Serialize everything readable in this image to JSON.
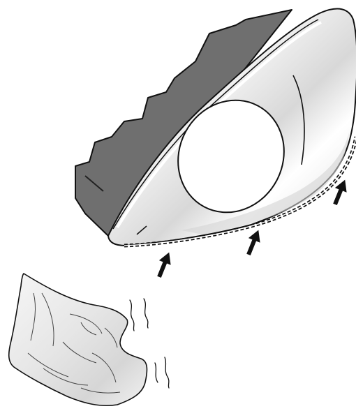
{
  "figure": {
    "background": "#ffffff",
    "housing_color": "#6f6f6f",
    "lens_color": "#f2f2f2",
    "outline_color": "#111111",
    "arrow_color": "#111111",
    "items": [
      {
        "name": "headlamp-housing",
        "icon": "headlamp-housing-shape"
      },
      {
        "name": "headlamp-lens",
        "icon": "lens-shape"
      },
      {
        "name": "seal-bead",
        "icon": "dashed-bead-line"
      },
      {
        "name": "cleaning-cloth",
        "icon": "cloth-shape"
      }
    ],
    "arrow_count": 3
  }
}
